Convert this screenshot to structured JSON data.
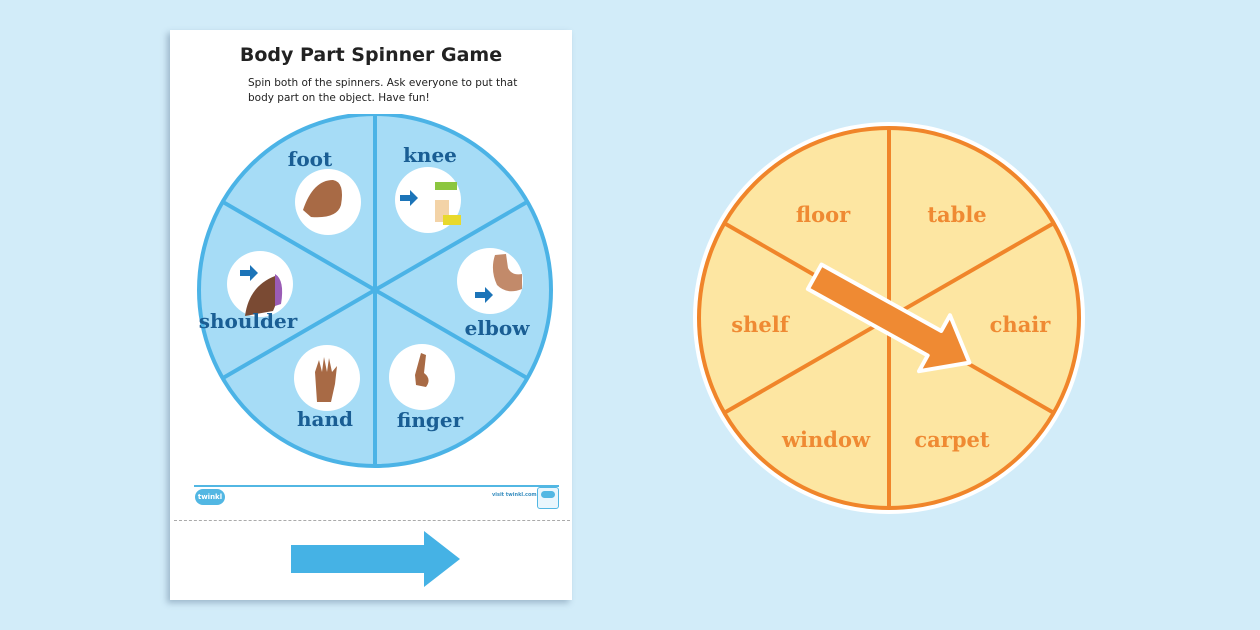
{
  "worksheet": {
    "title": "Body Part Spinner Game",
    "instructions": "Spin both of the spinners. Ask everyone to put that body part on the object. Have fun!",
    "footer": {
      "logo": "twinkl",
      "visit_text": "visit twinkl.com"
    },
    "body_spinner": {
      "color_fill": "#a6dcf6",
      "color_line": "#4bb3e6",
      "label_color": "#1a5e94",
      "segments": [
        {
          "label": "foot",
          "icon": "foot-icon"
        },
        {
          "label": "knee",
          "icon": "knee-icon"
        },
        {
          "label": "elbow",
          "icon": "elbow-icon"
        },
        {
          "label": "finger",
          "icon": "finger-icon"
        },
        {
          "label": "hand",
          "icon": "hand-icon"
        },
        {
          "label": "shoulder",
          "icon": "shoulder-icon"
        }
      ]
    },
    "cut_out_arrow": {
      "color": "#45b2e5"
    }
  },
  "object_spinner": {
    "color_fill": "#fde6a2",
    "color_line": "#f0852a",
    "label_color": "#ef8a33",
    "segments": [
      "floor",
      "table",
      "chair",
      "carpet",
      "window",
      "shelf"
    ],
    "arrow_color": "#ef8a33"
  }
}
